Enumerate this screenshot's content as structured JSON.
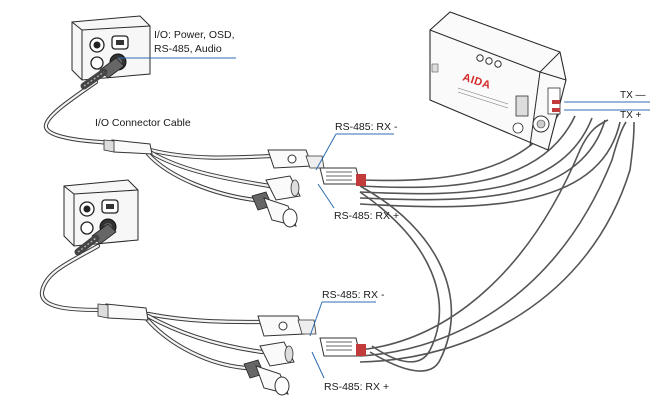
{
  "labels": {
    "io_lines": [
      "I/O: Power, OSD,",
      "RS-485, Audio"
    ],
    "io_cable": "I/O Connector Cable",
    "rx_minus_top": "RS-485: RX -",
    "rx_plus_top": "RS-485: RX +",
    "rx_minus_bottom": "RS-485: RX -",
    "rx_plus_bottom": "RS-485: RX +",
    "tx_minus": "TX —",
    "tx_plus": "TX +"
  },
  "controller": {
    "brand": "AIDA"
  },
  "colors": {
    "callout_line": "#2e6db4",
    "brand_red": "#d42a2a",
    "wire_red": "#c23b3b"
  }
}
